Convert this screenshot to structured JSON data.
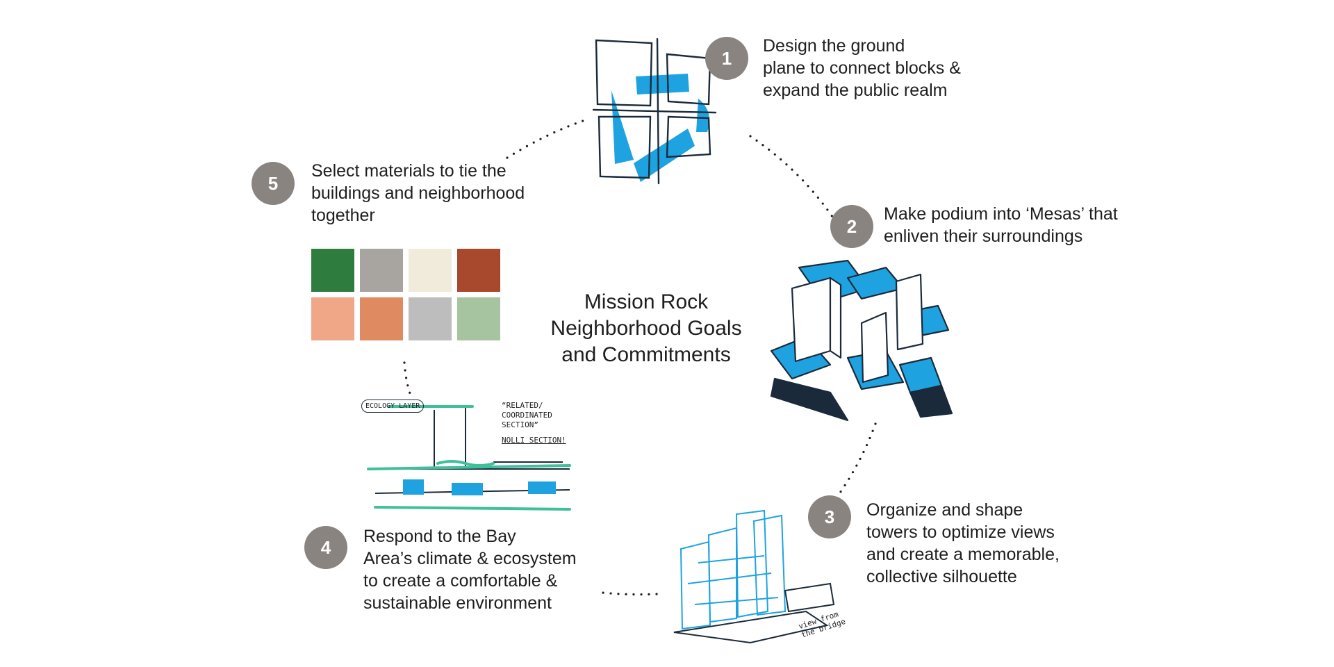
{
  "title": {
    "lines": [
      "Mission Rock",
      "Neighborhood Goals",
      "and Commitments"
    ]
  },
  "steps": [
    {
      "number": "1",
      "lines": [
        "Design the ground",
        "plane to connect blocks &",
        "expand the public realm"
      ]
    },
    {
      "number": "2",
      "lines": [
        "Make podium into ‘Mesas’ that",
        "enliven their surroundings"
      ]
    },
    {
      "number": "3",
      "lines": [
        "Organize and shape",
        "towers to optimize views",
        "and create a memorable,",
        "collective silhouette"
      ]
    },
    {
      "number": "4",
      "lines": [
        "Respond to the Bay",
        "Area’s climate & ecosystem",
        "to create a comfortable &",
        "sustainable environment"
      ]
    },
    {
      "number": "5",
      "lines": [
        "Select materials to tie the",
        "buildings and neighborhood",
        "together"
      ]
    }
  ],
  "sketch_notes": {
    "ecology": "ECOLOGY LAYER",
    "related_1": "“RELATED/",
    "related_2": "COORDINATED",
    "related_3": "SECTION”",
    "noli": "NOLLI SECTION!",
    "view_1": "view from",
    "view_2": "the bridge"
  },
  "colors": {
    "accent_blue": "#1fa3e0",
    "dark_navy": "#1b2a3a",
    "badge_gray": "#8a8481",
    "ecology_green": "#3fbf9a",
    "swatches": [
      "#2e7d3e",
      "#a8a49f",
      "#f1ebdb",
      "#a8482c",
      "#f0a787",
      "#e08a62",
      "#bdbdbd",
      "#a6c49f"
    ]
  }
}
